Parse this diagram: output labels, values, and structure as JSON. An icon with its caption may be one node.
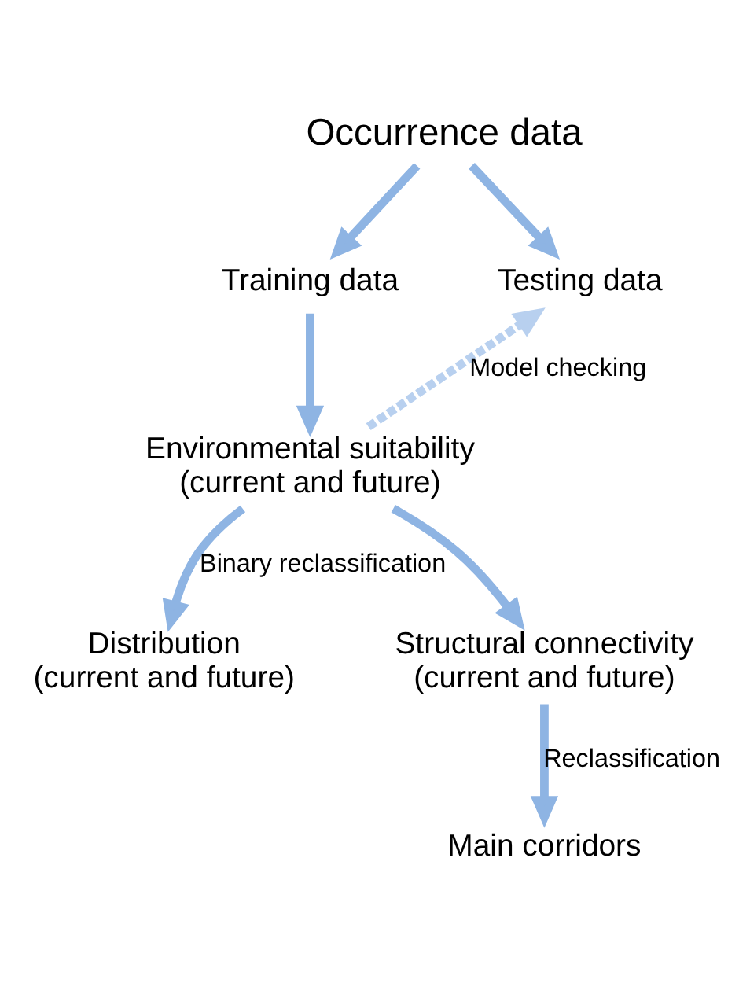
{
  "diagram": {
    "nodes": [
      {
        "text": [
          "Occurrence data"
        ]
      },
      {
        "text": [
          "Training data"
        ]
      },
      {
        "text": [
          "Testing data"
        ]
      },
      {
        "text": [
          "Environmental suitability (current and future)"
        ]
      },
      {
        "text": [
          "Distribution (current and future)"
        ]
      },
      {
        "text": [
          "Structural connectivity (current and future)"
        ]
      },
      {
        "text": [
          "Main corridors"
        ]
      }
    ],
    "edges": [
      {
        "from": 0,
        "to": 1,
        "arrow": "to"
      },
      {
        "from": 0,
        "to": 2,
        "arrow": "to"
      },
      {
        "from": 1,
        "to": 3,
        "arrow": "to"
      },
      {
        "from": 3,
        "to": 2,
        "arrow": "to",
        "label": "Model checking",
        "style": "dashed"
      },
      {
        "from": 3,
        "to": 4,
        "arrow": "to",
        "label": "Binary reclassification"
      },
      {
        "from": 3,
        "to": 5,
        "arrow": "to"
      },
      {
        "from": 5,
        "to": 6,
        "arrow": "to",
        "label": "Reclassification"
      }
    ]
  }
}
